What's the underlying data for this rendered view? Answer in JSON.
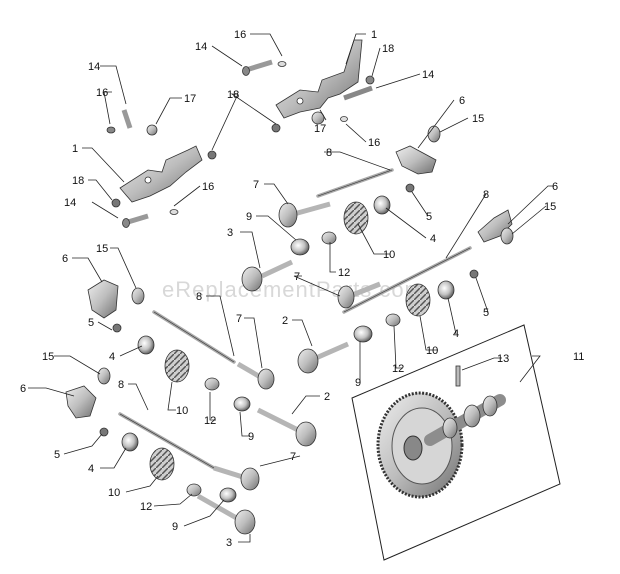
{
  "watermark": "eReplacementParts.com",
  "colors": {
    "metal_light": "#d4d4d4",
    "metal_mid": "#a8a8a8",
    "metal_dark": "#555555",
    "line": "#222222"
  },
  "callouts": [
    "1",
    "1",
    "2",
    "2",
    "3",
    "3",
    "4",
    "4",
    "4",
    "4",
    "5",
    "5",
    "5",
    "5",
    "6",
    "6",
    "6",
    "6",
    "7",
    "7",
    "7",
    "7",
    "8",
    "8",
    "8",
    "8",
    "9",
    "9",
    "9",
    "9",
    "10",
    "10",
    "10",
    "10",
    "11",
    "12",
    "12",
    "12",
    "12",
    "13",
    "14",
    "14",
    "14",
    "14",
    "15",
    "15",
    "15",
    "15",
    "16",
    "16",
    "16",
    "16",
    "17",
    "17",
    "18",
    "18",
    "18"
  ]
}
